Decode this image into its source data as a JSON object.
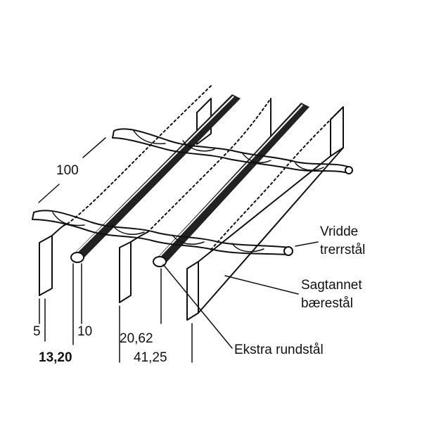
{
  "diagram": {
    "labels": {
      "twisted_cross_bar_line1": "Vridde",
      "twisted_cross_bar_line2": "trerrstål",
      "serrated_bearing_bar_line1": "Sagtannet",
      "serrated_bearing_bar_line2": "bærestål",
      "extra_round_bar": "Ekstra rundstål"
    },
    "dimensions": {
      "mesh_pitch": "100",
      "bar_thickness": "5",
      "bar_spacing_round": "10",
      "bar_pitch_half": "20,62",
      "bar_pitch_bold": "13,20",
      "bar_pitch_full": "41,25"
    }
  }
}
